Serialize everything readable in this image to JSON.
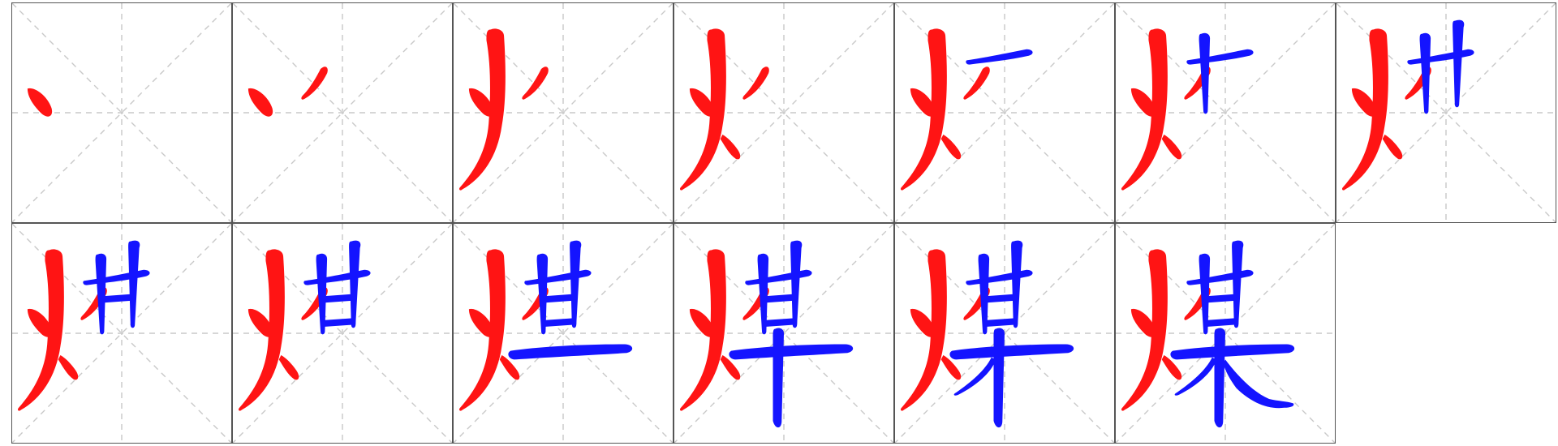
{
  "character": "煤",
  "colors": {
    "previous_strokes": "#ff1414",
    "new_stroke": "#1414ff",
    "cell_border": "#555555",
    "guide_lines": "#c8c8c8"
  },
  "steps": [
    {
      "stroke_count": 1
    },
    {
      "stroke_count": 2
    },
    {
      "stroke_count": 3
    },
    {
      "stroke_count": 4
    },
    {
      "stroke_count": 5
    },
    {
      "stroke_count": 6
    },
    {
      "stroke_count": 7
    },
    {
      "stroke_count": 8
    },
    {
      "stroke_count": 9
    },
    {
      "stroke_count": 10
    },
    {
      "stroke_count": 11
    },
    {
      "stroke_count": 12
    },
    {
      "stroke_count": 13
    }
  ]
}
